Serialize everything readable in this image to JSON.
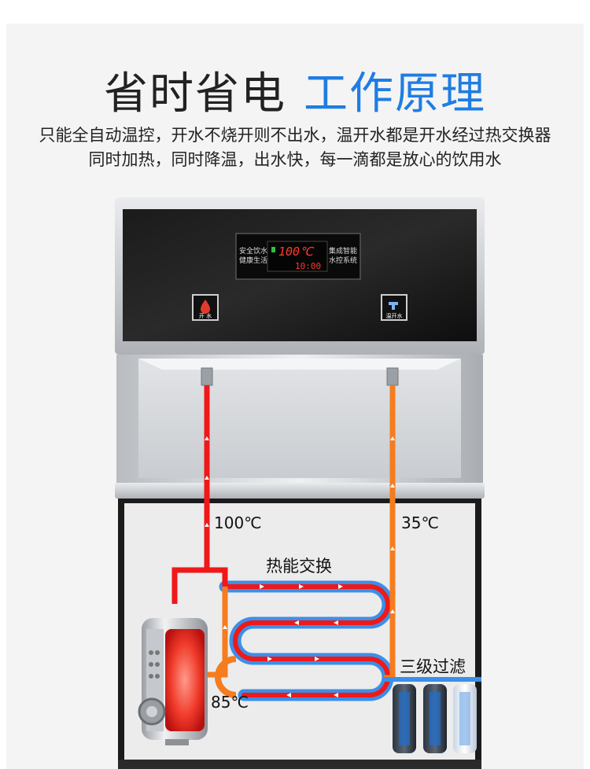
{
  "headline": {
    "part1": "省时省电",
    "part2": "工作原理"
  },
  "subtitle": {
    "line1": "只能全自动温控，开水不烧开则不出水，温开水都是开水经过热交换器",
    "line2": "同时加热，同时降温，出水快，每一滴都是放心的饮用水"
  },
  "display": {
    "left_line1": "安全饮水",
    "left_line2": "健康生活",
    "right_line1": "集成智能",
    "right_line2": "水控系统",
    "temperature": "100℃",
    "time": "10:00"
  },
  "buttons": {
    "hot": "开 水",
    "warm": "温开水"
  },
  "labels": {
    "hot_temp": "100℃",
    "warm_temp": "35℃",
    "exchange": "热能交换",
    "tank_temp": "85℃",
    "filter": "三级过滤"
  },
  "colors": {
    "accent_blue": "#1f7de2",
    "hot_red": "#f01818",
    "warm_orange": "#f57c1f",
    "cold_blue": "#3b8fe8"
  }
}
